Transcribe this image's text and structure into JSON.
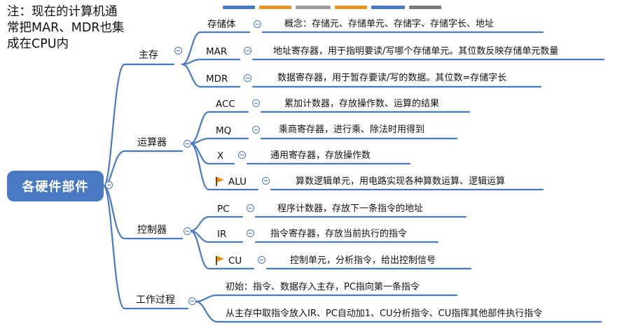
{
  "note": {
    "line1": "注：现在的计算机通",
    "line2": "常把MAR、MDR也集",
    "line3": "成在CPU内"
  },
  "root": {
    "label": "各硬件部件"
  },
  "top_bar_colors": [
    "#4a79c4",
    "#e59423",
    "#9c9c9c",
    "#e59423",
    "#4a79c4",
    "#7a7a7a"
  ],
  "branches": {
    "storage": {
      "label": "主存",
      "items": [
        {
          "name": "存储体",
          "desc": "概念：存储元、存储单元、存储字、存储字长、地址"
        },
        {
          "name": "MAR",
          "desc": "地址寄存器，用于指明要读/写哪个存储单元。其位数反映存储单元数量"
        },
        {
          "name": "MDR",
          "desc": "数据寄存器，用于暂存要读/写的数据。其位数=存储字长"
        }
      ]
    },
    "alu": {
      "label": "运算器",
      "items": [
        {
          "name": "ACC",
          "desc": "累加计数器，存放操作数、运算的结果"
        },
        {
          "name": "MQ",
          "desc": "乘商寄存器，进行乘、除法时用得到"
        },
        {
          "name": "X",
          "desc": "通用寄存器，存放操作数"
        },
        {
          "name": "ALU",
          "desc": "算数逻辑单元，用电路实现各种算数运算、逻辑运算"
        }
      ]
    },
    "control": {
      "label": "控制器",
      "items": [
        {
          "name": "PC",
          "desc": "程序计数器，存放下一条指令的地址"
        },
        {
          "name": "IR",
          "desc": "指令寄存器，存放当前执行的指令"
        },
        {
          "name": "CU",
          "desc": "控制单元，分析指令，给出控制信号"
        }
      ]
    },
    "process": {
      "label": "工作过程",
      "items": [
        {
          "desc": "初始：指令、数据存入主存，PC指向第一条指令"
        },
        {
          "desc": "从主存中取指令放入IR、PC自动加1、CU分析指令、CU指挥其他部件执行指令"
        }
      ]
    }
  },
  "colors": {
    "line": "#4a79c4",
    "flag": "#e59423"
  }
}
